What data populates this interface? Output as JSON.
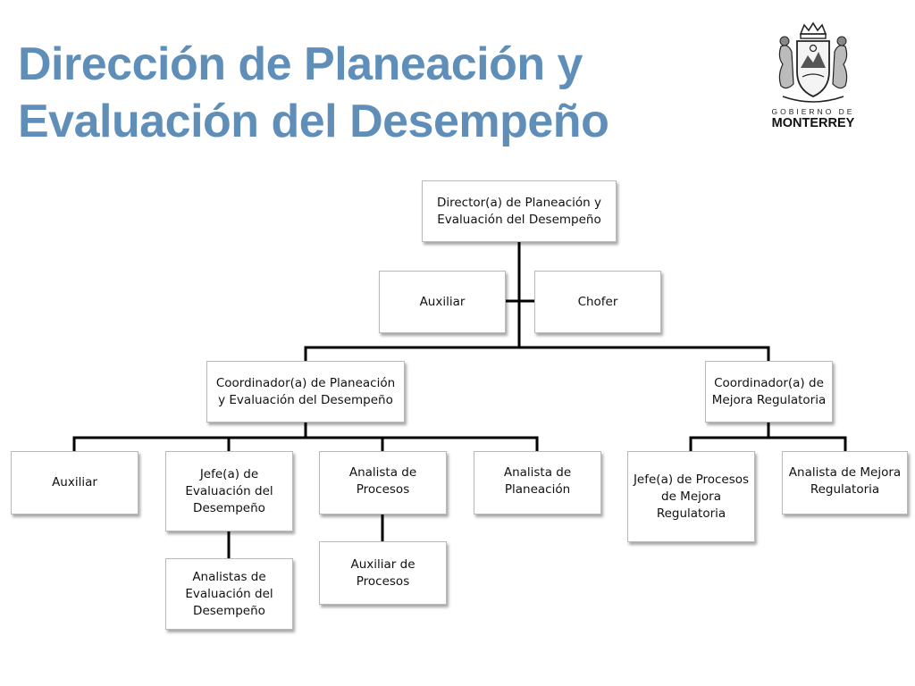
{
  "header": {
    "title_line1": "Dirección de Planeación y",
    "title_line2": "Evaluación del Desempeño"
  },
  "logo": {
    "line1": "GOBIERNO DE",
    "line2": "MONTERREY"
  },
  "colors": {
    "title": "#5f8fb9",
    "connector": "#000000",
    "box_border": "#b9b9b9"
  },
  "org_chart": {
    "director": "Director(a) de Planeación y Evaluación del Desempeño",
    "auxiliar_director": "Auxiliar",
    "chofer": "Chofer",
    "coord_planeacion": "Coordinador(a) de Planeación y Evaluación del Desempeño",
    "coord_mejora": "Coordinador(a) de Mejora Regulatoria",
    "auxiliar_coord": "Auxiliar",
    "jefe_evaluacion": "Jefe(a) de Evaluación del Desempeño",
    "analista_procesos": "Analista de Procesos",
    "analista_planeacion": "Analista de Planeación",
    "analistas_evaluacion": "Analistas de Evaluación del Desempeño",
    "auxiliar_procesos": "Auxiliar de Procesos",
    "jefe_procesos_mejora": "Jefe(a) de Procesos de Mejora Regulatoria",
    "analista_mejora": "Analista de Mejora Regulatoria"
  }
}
